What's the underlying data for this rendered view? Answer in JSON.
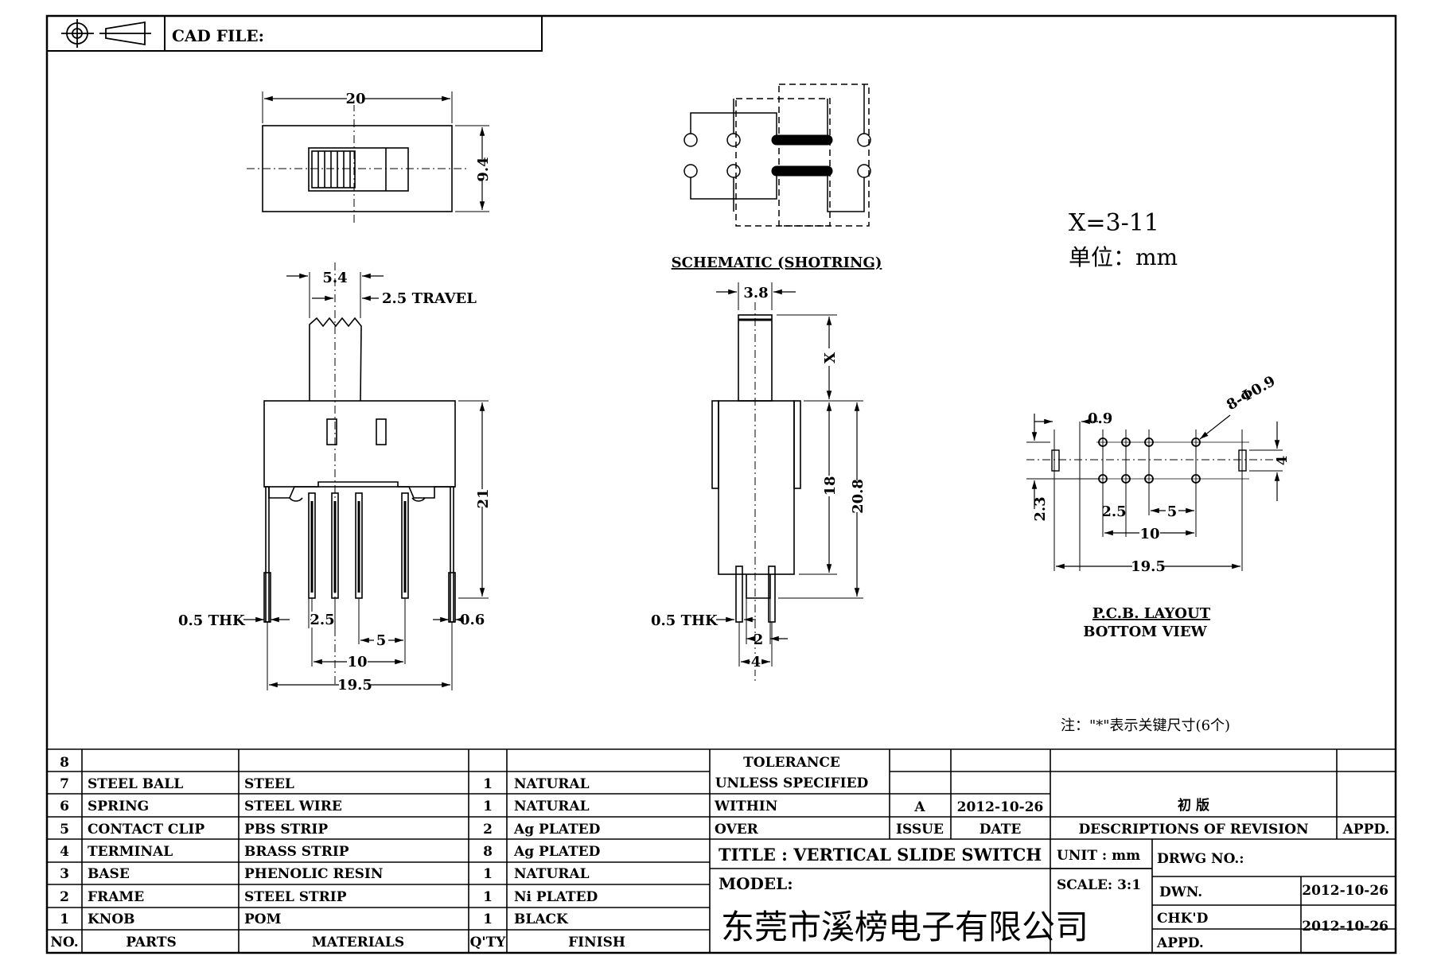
{
  "header": {
    "cad_file_label": "CAD FILE:"
  },
  "top_view": {
    "width_dim": "20",
    "height_dim": "9.4"
  },
  "schematic": {
    "caption": "SCHEMATIC (SHOTRING)"
  },
  "notes": {
    "x_range": "X=3-11",
    "unit_cn": "单位：mm",
    "footnote": "注：\"*\"表示关键尺寸(6个)"
  },
  "front_view": {
    "knob_width": "5.4",
    "travel": "2.5 TRAVEL",
    "height": "21",
    "thk": "0.5 THK",
    "pin_pitch_small": "2.5",
    "pin_width": "0.6",
    "pin_pitch": "5",
    "span_10": "10",
    "span_total": "19.5"
  },
  "side_view": {
    "knob_width": "3.8",
    "x_label": "X",
    "body_h": "18",
    "total_h": "20.8",
    "thk": "0.5 THK",
    "pin_2": "2",
    "pin_4": "4"
  },
  "pcb": {
    "hole_d": "8-Φ0.9",
    "slot_w": "0.9",
    "slot_h": "4",
    "offset": "2.3",
    "pitch_2_5": "2.5",
    "pitch_5": "5",
    "span_10": "10",
    "span_19_5": "19.5",
    "caption1": "P.C.B. LAYOUT",
    "caption2": "BOTTOM VIEW"
  },
  "parts_table": {
    "rows": [
      {
        "no": "8",
        "part": "",
        "material": "",
        "qty": "",
        "finish": ""
      },
      {
        "no": "7",
        "part": "STEEL BALL",
        "material": "STEEL",
        "qty": "1",
        "finish": "NATURAL"
      },
      {
        "no": "6",
        "part": "SPRING",
        "material": "STEEL WIRE",
        "qty": "1",
        "finish": "NATURAL"
      },
      {
        "no": "5",
        "part": "CONTACT CLIP",
        "material": "PBS STRIP",
        "qty": "2",
        "finish": "Ag PLATED"
      },
      {
        "no": "4",
        "part": "TERMINAL",
        "material": "BRASS STRIP",
        "qty": "8",
        "finish": "Ag PLATED"
      },
      {
        "no": "3",
        "part": "BASE",
        "material": "PHENOLIC RESIN",
        "qty": "1",
        "finish": "NATURAL"
      },
      {
        "no": "2",
        "part": "FRAME",
        "material": "STEEL STRIP",
        "qty": "1",
        "finish": "Ni PLATED"
      },
      {
        "no": "1",
        "part": "KNOB",
        "material": "POM",
        "qty": "1",
        "finish": "BLACK"
      }
    ],
    "headers": {
      "no": "NO.",
      "part": "PARTS",
      "material": "MATERIALS",
      "qty": "Q'TY",
      "finish": "FINISH"
    }
  },
  "title_block": {
    "tolerance1": "TOLERANCE",
    "tolerance2": "UNLESS  SPECIFIED",
    "within": "WITHIN",
    "over": "OVER",
    "issue_val": "A",
    "date_val": "2012-10-26",
    "desc_val": "初  版",
    "issue": "ISSUE",
    "date": "DATE",
    "desc": "DESCRIPTIONS OF REVISION",
    "appd": "APPD.",
    "title": "TITLE :  VERTICAL SLIDE SWITCH",
    "unit": "UNIT :  mm",
    "drwg_no": "DRWG NO.:",
    "model": "MODEL:",
    "scale": "SCALE:  3:1",
    "dwn": "DWN.",
    "dwn_date": "2012-10-26",
    "chkd": "CHK'D",
    "chk_date": "2012-10-26",
    "appd2": "APPD.",
    "company": "东莞市溪榜电子有限公司"
  }
}
